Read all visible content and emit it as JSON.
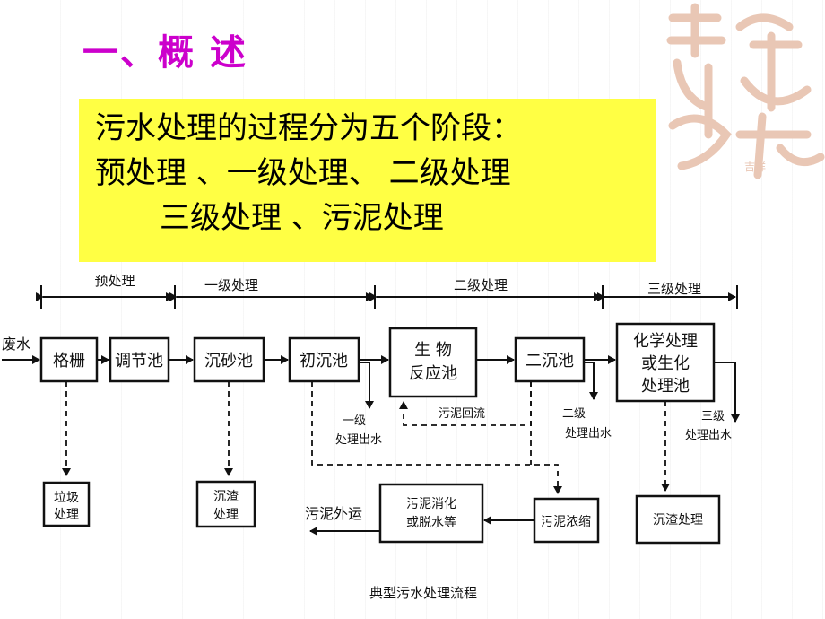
{
  "slide": {
    "heading": "一、概  述",
    "callout": {
      "line1": "污水处理的过程分为五个阶段：",
      "line2": "预处理 、一级处理、  二级处理",
      "line3": "三级处理 、污泥处理"
    }
  },
  "stamp": {
    "text": "吉祥"
  },
  "diagram": {
    "stages": [
      "预处理",
      "一级处理",
      "二级处理",
      "三级处理"
    ],
    "inflow": "废水",
    "boxes": {
      "grille": "格栅",
      "regulate": "调节池",
      "grit": "沉砂池",
      "primary": "初沉池",
      "bio_l1": "生 物",
      "bio_l2": "反应池",
      "secondary": "二沉池",
      "chem_l1": "化学处理",
      "chem_l2": "或生化",
      "chem_l3": "处理池",
      "garbage_l1": "垃圾",
      "garbage_l2": "处理",
      "sediment_l1": "沉渣",
      "sediment_l2": "处理",
      "digest_l1": "污泥消化",
      "digest_l2": "或脱水等",
      "thicken": "污泥浓缩",
      "sediment3": "沉渣处理"
    },
    "labels": {
      "out1_l1": "一级",
      "out1_l2": "处理出水",
      "return": "污泥回流",
      "out2_l1": "二级",
      "out2_l2": "处理出水",
      "out3_l1": "三级",
      "out3_l2": "处理出水",
      "sludge_out": "污泥外运"
    },
    "caption": "典型污水处理流程"
  }
}
